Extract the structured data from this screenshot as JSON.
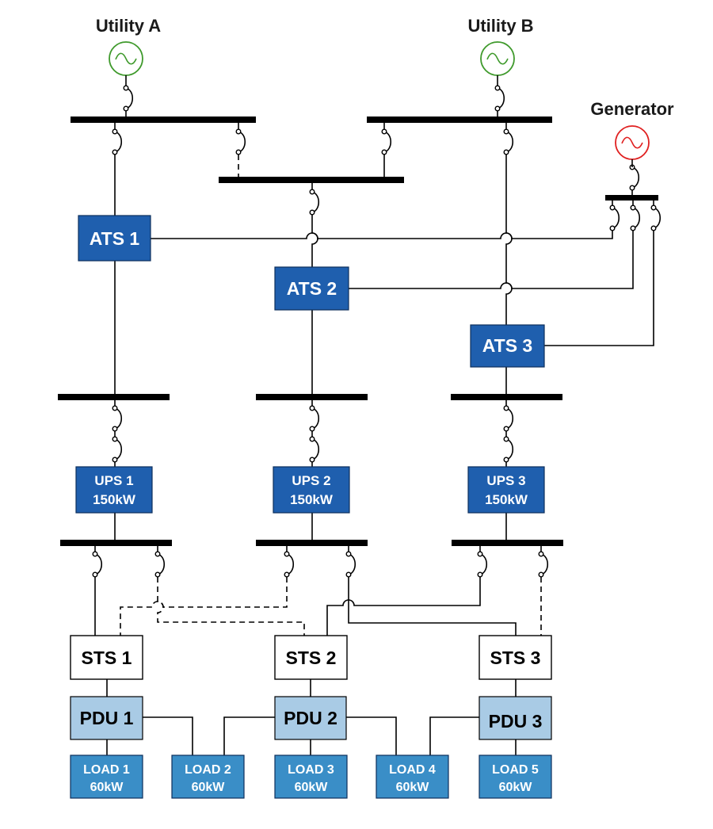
{
  "sources": {
    "utility_a": "Utility A",
    "utility_b": "Utility B",
    "generator": "Generator"
  },
  "ats": [
    "ATS 1",
    "ATS 2",
    "ATS 3"
  ],
  "ups": [
    {
      "name": "UPS 1",
      "rating": "150kW"
    },
    {
      "name": "UPS 2",
      "rating": "150kW"
    },
    {
      "name": "UPS 3",
      "rating": "150kW"
    }
  ],
  "sts": [
    "STS 1",
    "STS 2",
    "STS 3"
  ],
  "pdu": [
    "PDU 1",
    "PDU 2",
    "PDU 3"
  ],
  "loads": [
    {
      "name": "LOAD 1",
      "rating": "60kW"
    },
    {
      "name": "LOAD 2",
      "rating": "60kW"
    },
    {
      "name": "LOAD 3",
      "rating": "60kW"
    },
    {
      "name": "LOAD 4",
      "rating": "60kW"
    },
    {
      "name": "LOAD 5",
      "rating": "60kW"
    }
  ],
  "colors": {
    "utility_source": "#3f9a2c",
    "generator_source": "#e02020",
    "ats_ups_fill": "#1f5fae",
    "pdu_fill": "#a9cbe5",
    "load_fill": "#3a8ec7",
    "sts_fill": "#ffffff"
  }
}
